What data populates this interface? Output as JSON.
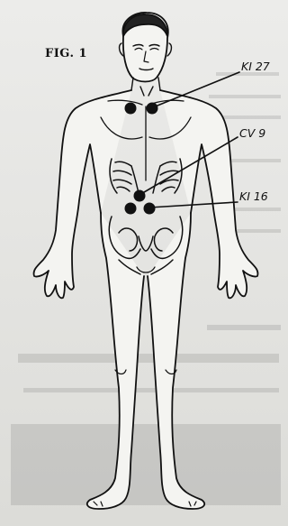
{
  "figure": {
    "label": "FIG. 1"
  },
  "points": [
    {
      "name": "KI 27"
    },
    {
      "name": "CV 9"
    },
    {
      "name": "KI 16"
    }
  ],
  "colors": {
    "ink": "#111111",
    "paper": "#e6e6e4"
  }
}
